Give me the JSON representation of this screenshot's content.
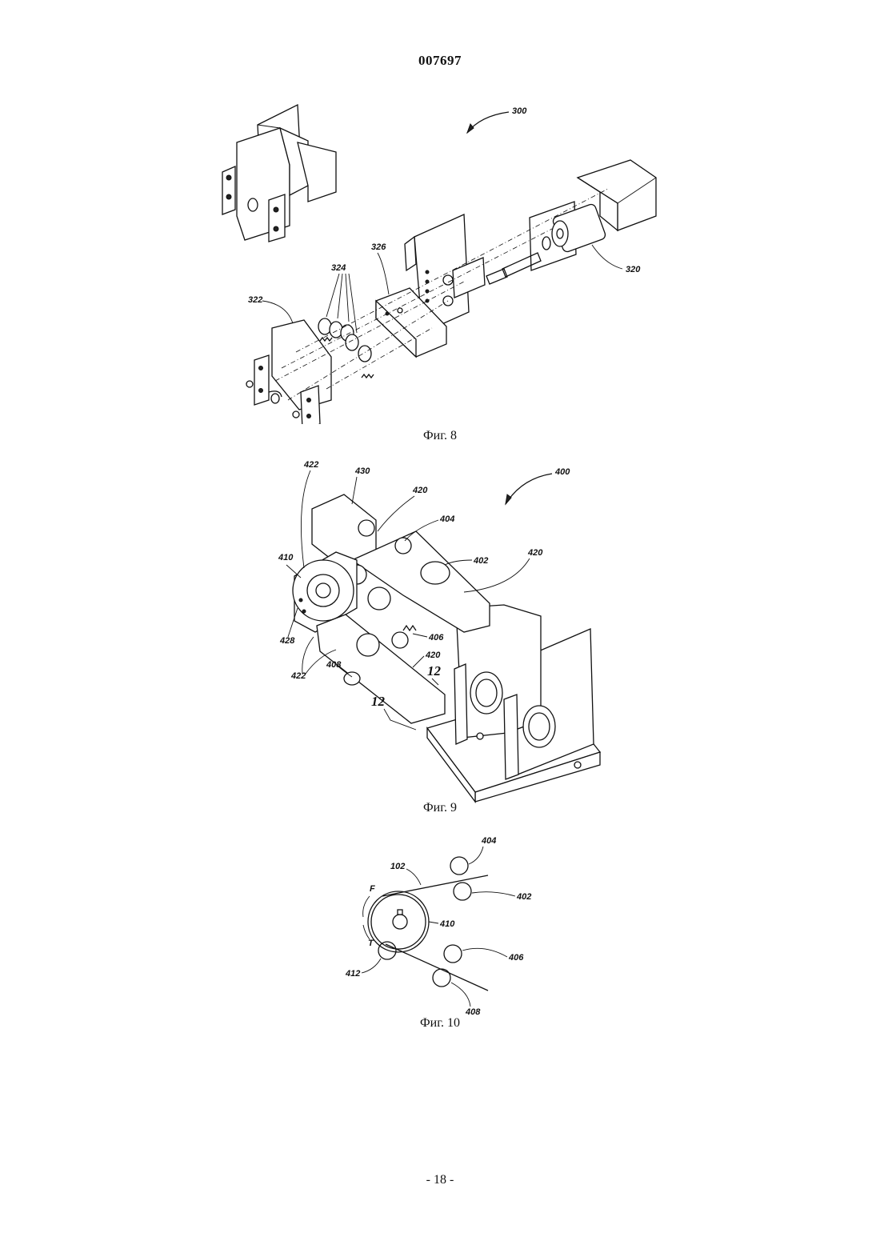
{
  "header": {
    "doc_number": "007697"
  },
  "figures": [
    {
      "caption": "Фиг. 8",
      "labels": [
        "300",
        "320",
        "322",
        "324",
        "326"
      ]
    },
    {
      "caption": "Фиг. 9",
      "labels": [
        "400",
        "430",
        "422",
        "420",
        "404",
        "402",
        "420",
        "410",
        "428",
        "406",
        "420",
        "408",
        "422",
        "12",
        "12"
      ]
    },
    {
      "caption": "Фиг. 10",
      "labels": [
        "404",
        "102",
        "402",
        "F",
        "410",
        "T",
        "406",
        "412",
        "408"
      ]
    }
  ],
  "footer": {
    "page": "- 18 -"
  }
}
